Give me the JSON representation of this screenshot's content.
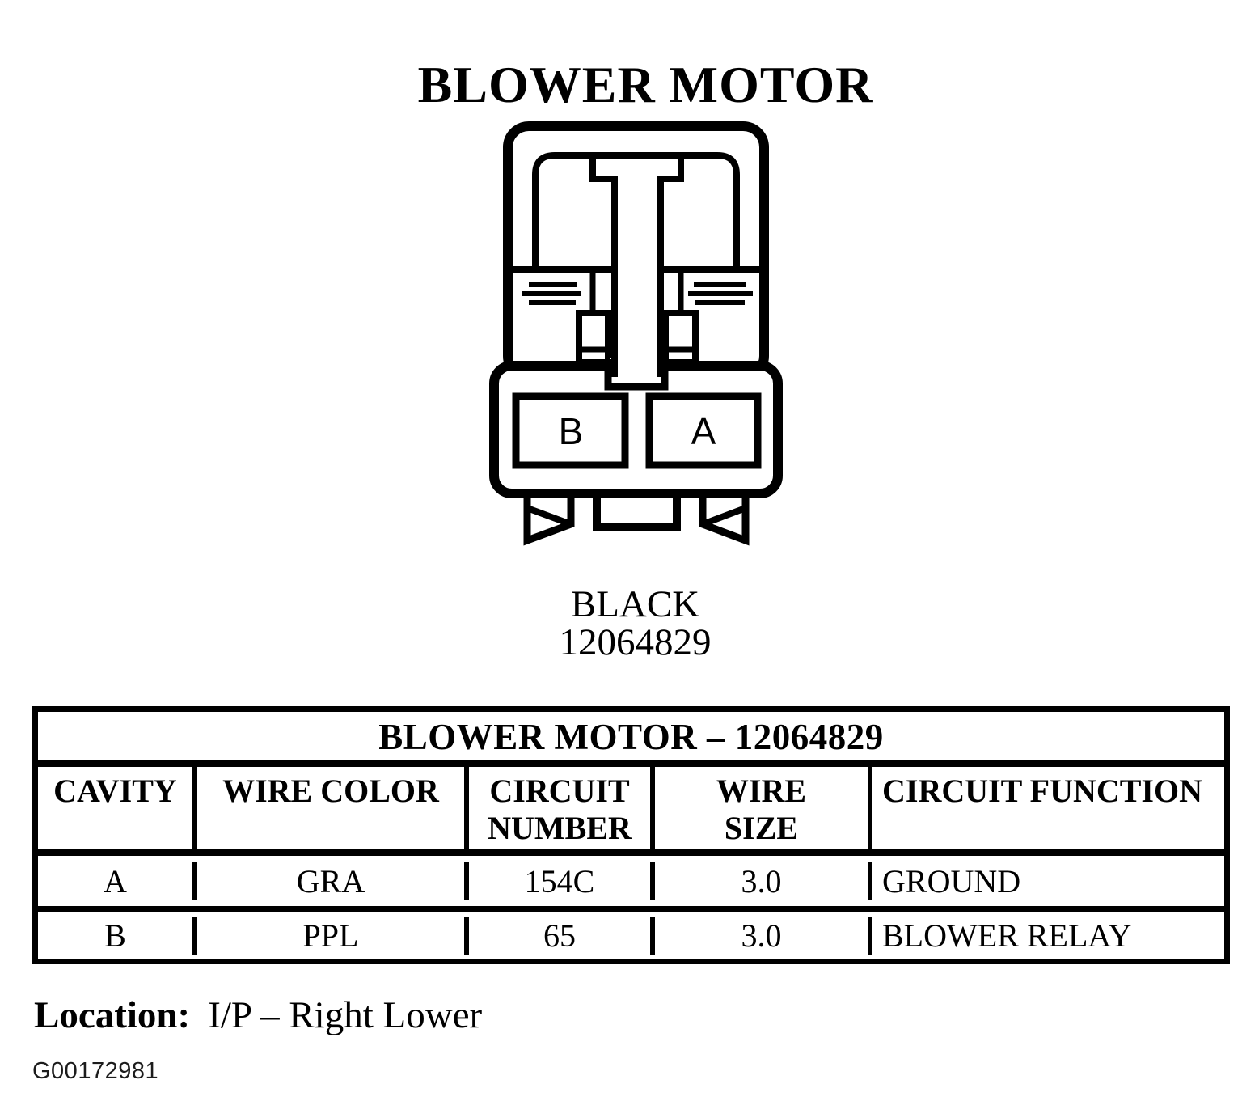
{
  "page": {
    "title": "BLOWER MOTOR",
    "figure_id": "G00172981"
  },
  "connector": {
    "color_label": "BLACK",
    "part_number": "12064829",
    "cavity_left": "B",
    "cavity_right": "A"
  },
  "table": {
    "title": "BLOWER MOTOR – 12064829",
    "headers": {
      "cavity": "CAVITY",
      "wire_color": "WIRE COLOR",
      "circuit_number": "CIRCUIT\nNUMBER",
      "wire_size": "WIRE\nSIZE",
      "circuit_function": "CIRCUIT FUNCTION"
    },
    "rows": [
      {
        "cavity": "A",
        "wire_color": "GRA",
        "circuit_number": "154C",
        "wire_size": "3.0",
        "circuit_function": "GROUND"
      },
      {
        "cavity": "B",
        "wire_color": "PPL",
        "circuit_number": "65",
        "wire_size": "3.0",
        "circuit_function": "BLOWER RELAY"
      }
    ]
  },
  "location": {
    "label": "Location:",
    "value": "I/P – Right Lower"
  },
  "colors": {
    "ink": "#000000",
    "paper": "#ffffff"
  }
}
